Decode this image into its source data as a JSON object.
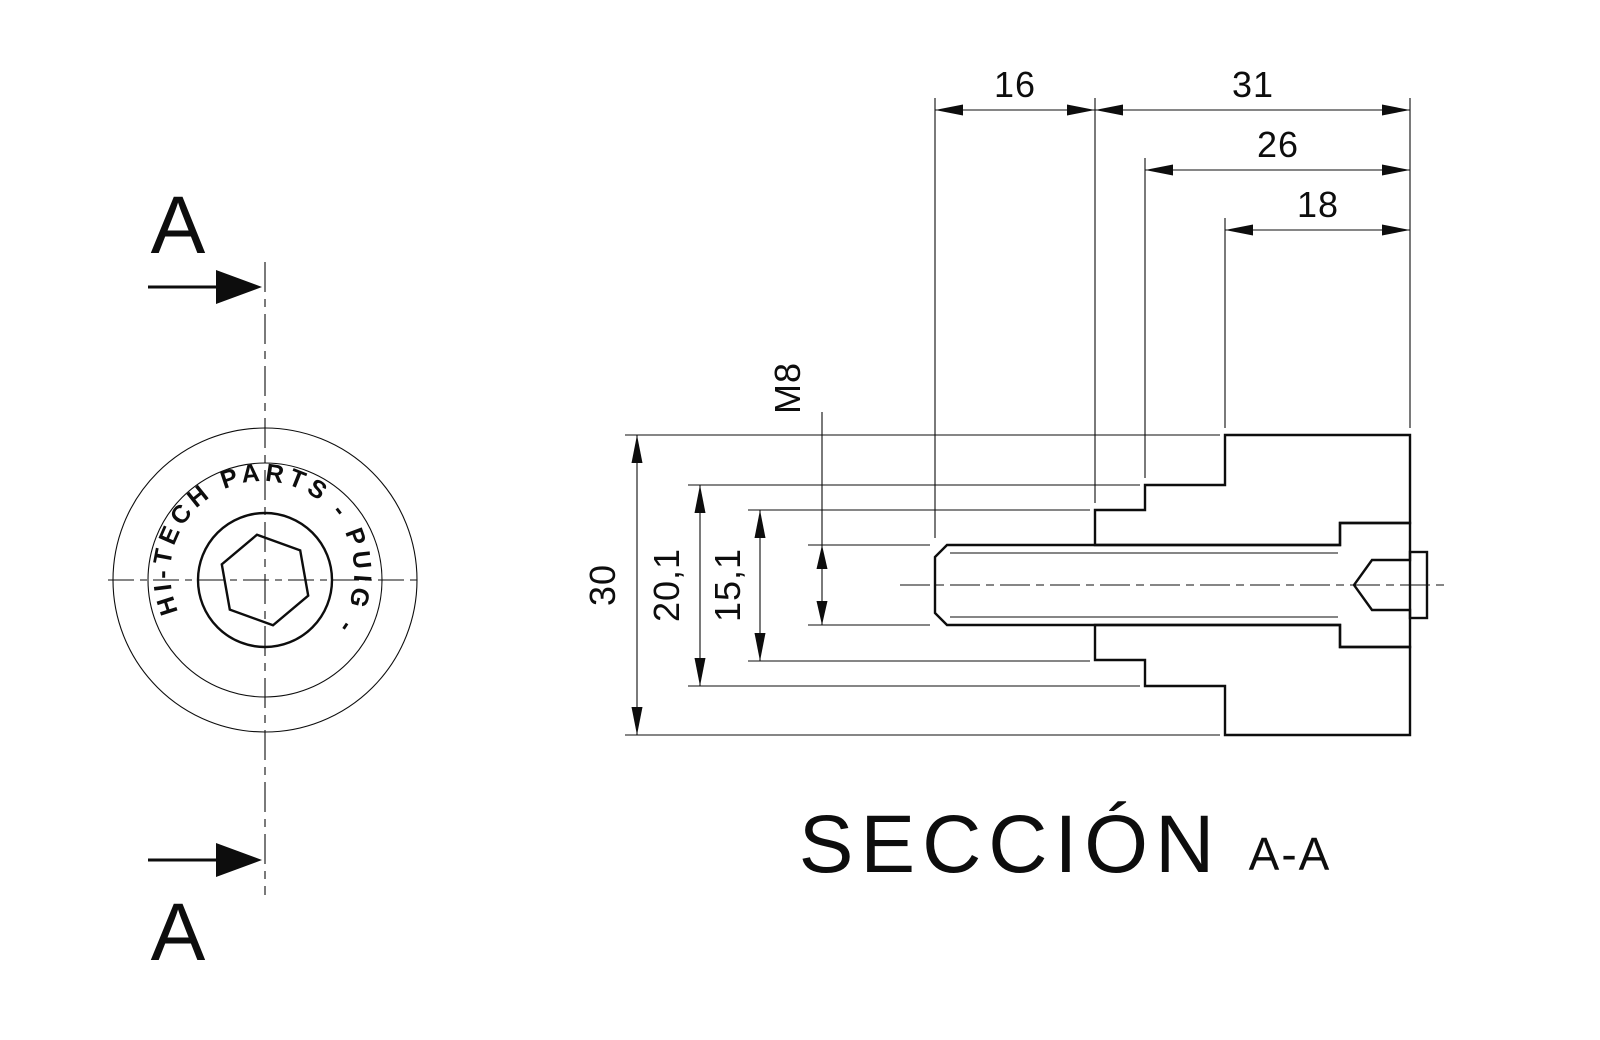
{
  "front_view": {
    "label_a_top": "A",
    "label_a_bottom": "A",
    "ring_text": "HI-TECH PARTS - PUIG -"
  },
  "section_view": {
    "title": "SECCIÓN",
    "title_suffix": "A-A",
    "dimensions": {
      "shaft_length": "16",
      "total_length": "31",
      "mid_length": "26",
      "body_length": "18",
      "outer_diameter": "30",
      "step1_diameter": "20,1",
      "step2_diameter": "15,1",
      "thread": "M8"
    }
  },
  "colors": {
    "line": "#0d0d0d",
    "background": "#ffffff"
  }
}
